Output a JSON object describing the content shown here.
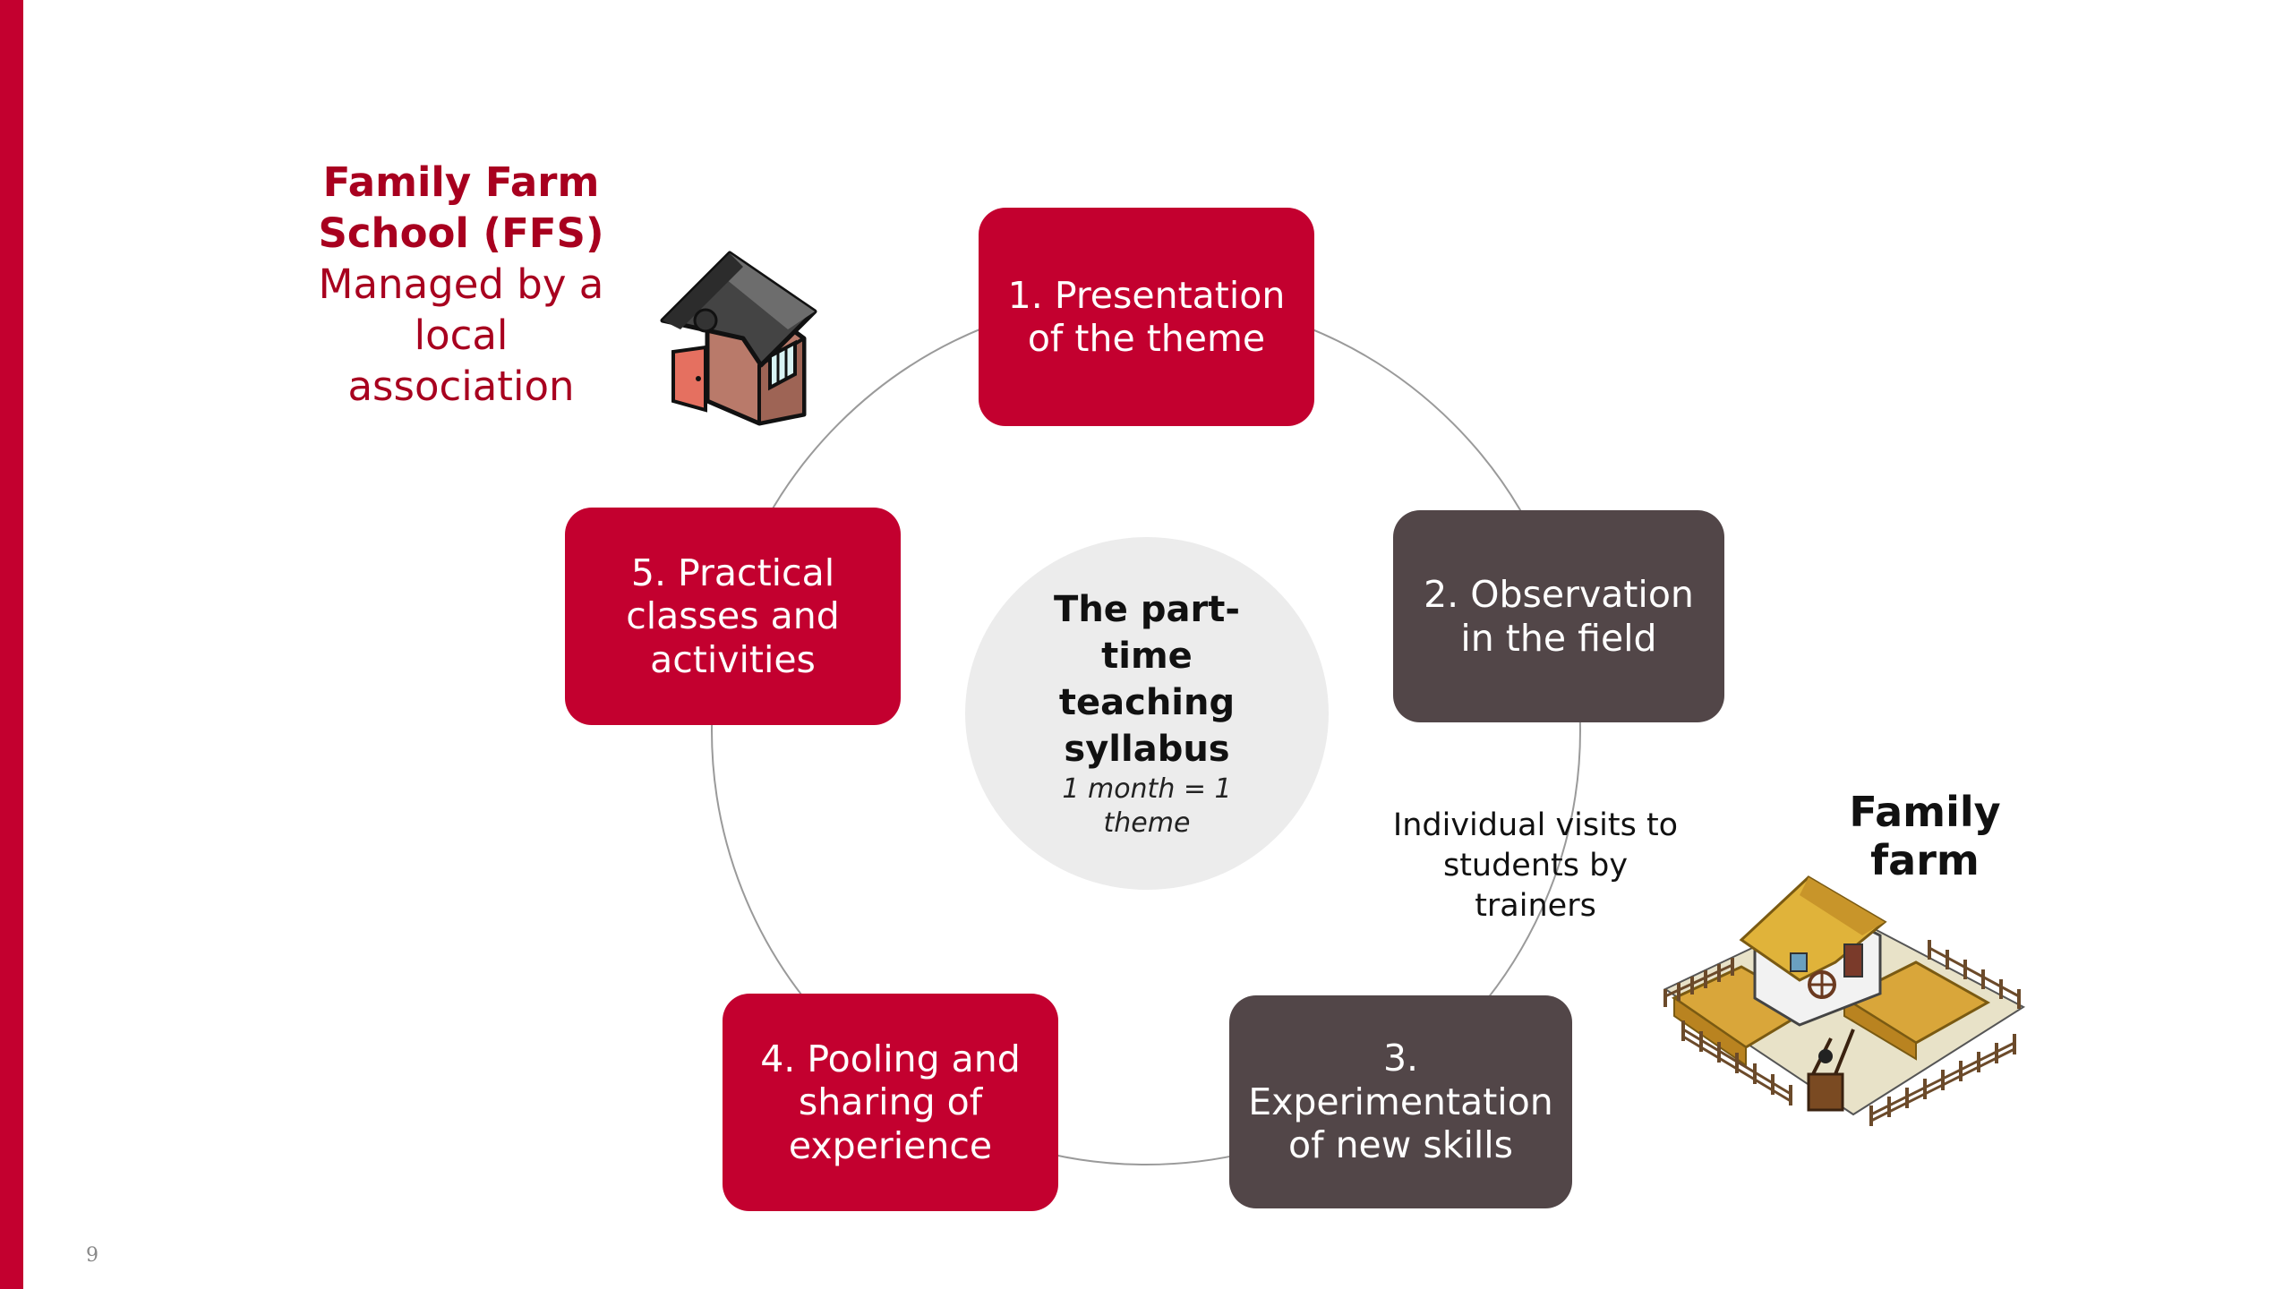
{
  "slide": {
    "page_number": "9",
    "accent_color": "#c3002f",
    "dark_color": "#524648"
  },
  "ffs": {
    "title": "Family Farm School (FFS)",
    "subtitle": "Managed by a local association",
    "icon": "house-icon"
  },
  "cycle": {
    "center_title": "The part-time teaching syllabus",
    "center_subtitle": "1 month = 1 theme",
    "steps": [
      {
        "label": "1. Presentation of the theme",
        "color": "red"
      },
      {
        "label": "2. Observation in the field",
        "color": "dark"
      },
      {
        "label": "3. Experimentation of new skills",
        "color": "dark"
      },
      {
        "label": "4. Pooling and sharing of experience",
        "color": "red"
      },
      {
        "label": "5. Practical classes and activities",
        "color": "red"
      }
    ]
  },
  "farm": {
    "label": "Family farm",
    "visits_note": "Individual visits to students by trainers",
    "icon": "farm-icon"
  }
}
